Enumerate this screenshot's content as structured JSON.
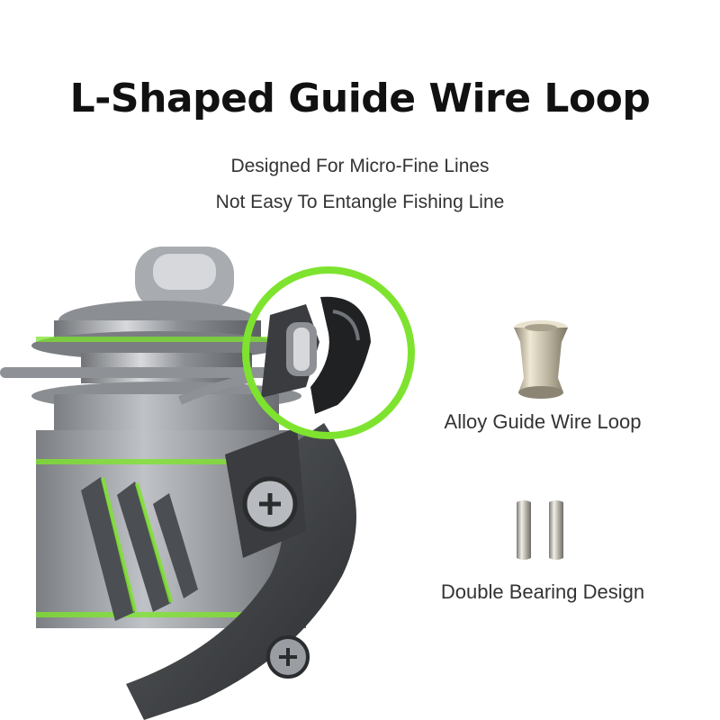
{
  "header": {
    "title": "L-Shaped Guide Wire Loop",
    "subtitle_1": "Designed For Micro-Fine Lines",
    "subtitle_2": "Not Easy To Entangle Fishing Line"
  },
  "features": [
    {
      "caption": "Alloy Guide Wire Loop",
      "icon": "alloy-guide-ring-icon"
    },
    {
      "caption": "Double Bearing Design",
      "icon": "double-bearing-icon"
    }
  ],
  "colors": {
    "accent_green": "#7ee32e",
    "metal_dark": "#2a2c2e",
    "metal_light": "#9a9ea3",
    "brass": "#c9c2ad"
  }
}
